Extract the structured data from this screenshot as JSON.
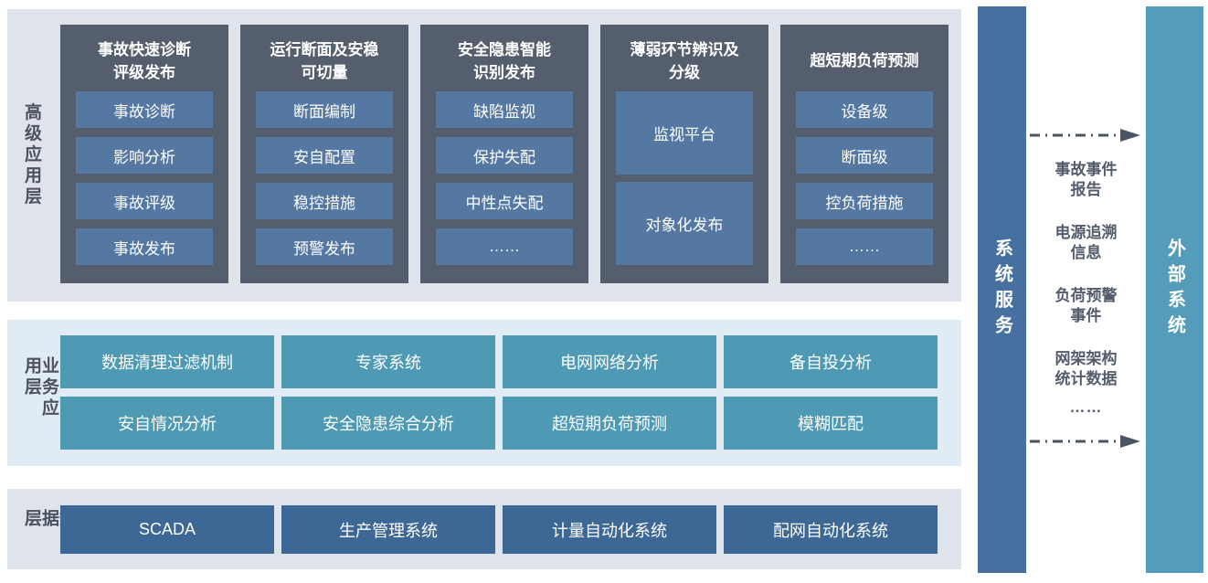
{
  "advanced_layer": {
    "label": "高级应用层",
    "columns": [
      {
        "header": "事故快速诊断\n评级发布",
        "items": [
          "事故诊断",
          "影响分析",
          "事故评级",
          "事故发布"
        ]
      },
      {
        "header": "运行断面及安稳\n可切量",
        "items": [
          "断面编制",
          "安自配置",
          "稳控措施",
          "预警发布"
        ]
      },
      {
        "header": "安全隐患智能\n识别发布",
        "items": [
          "缺陷监视",
          "保护失配",
          "中性点失配",
          "……"
        ]
      },
      {
        "header": "薄弱环节辨识及\n分级",
        "items": [
          "监视平台",
          "对象化发布"
        ]
      },
      {
        "header": "超短期负荷预测",
        "items": [
          "设备级",
          "断面级",
          "控负荷措施",
          "……"
        ]
      }
    ]
  },
  "business_layer": {
    "label": "业务应用层",
    "rows": [
      [
        "数据清理过滤机制",
        "专家系统",
        "电网网络分析",
        "备自投分析"
      ],
      [
        "安自情况分析",
        "安全隐患综合分析",
        "超短期负荷预测",
        "模糊匹配"
      ]
    ]
  },
  "data_layer": {
    "label": "数据层",
    "items": [
      "SCADA",
      "生产管理系统",
      "计量自动化系统",
      "配网自动化系统"
    ]
  },
  "system_service_bar": {
    "label": "系统服务"
  },
  "external_system_bar": {
    "label": "外部系统"
  },
  "exchange": {
    "items": [
      "事故事件\n报告",
      "电源追溯\n信息",
      "负荷预警\n事件",
      "网架架构\n统计数据",
      "……"
    ]
  },
  "colors": {
    "panel_gray": "#dfe3ec",
    "panel_light_blue": "#e1ebf3",
    "column_dark_slate": "#555e6c",
    "item_steel_blue": "#5478a2",
    "business_teal": "#4e9ab5",
    "data_dark_blue": "#3d6795",
    "service_bar_blue": "#46709f",
    "external_bar_teal": "#549cba",
    "label_text": "#4b5260",
    "exchange_text": "#535d6d",
    "arrow": "#4a5462"
  }
}
